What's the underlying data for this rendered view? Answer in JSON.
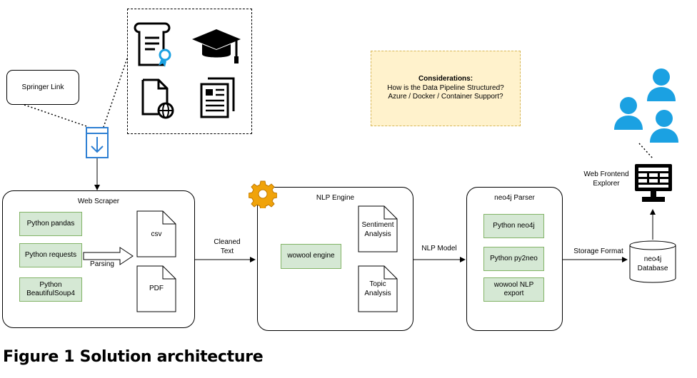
{
  "source": {
    "label": "Springer Link"
  },
  "scraper": {
    "title": "Web Scraper",
    "modules": [
      "Python pandas",
      "Python requests",
      "Python\nBeautifulSoup4"
    ],
    "parsing_label": "Parsing",
    "files": [
      "csv",
      "PDF"
    ]
  },
  "flow_labels": {
    "cleaned_text": "Cleaned\nText",
    "nlp_model": "NLP Model",
    "storage_format": "Storage Format"
  },
  "nlp": {
    "title": "NLP Engine",
    "engine": "wowool engine",
    "docs": [
      "Sentiment\nAnalysis",
      "Topic\nAnalysis"
    ]
  },
  "parser": {
    "title": "neo4j Parser",
    "modules": [
      "Python neo4j",
      "Python py2neo",
      "wowool NLP\nexport"
    ]
  },
  "database": {
    "label": "neo4j\nDatabase"
  },
  "frontend": {
    "label": "Web Frontend\nExplorer"
  },
  "considerations": {
    "heading": "Considerations:",
    "lines": [
      "How is the Data Pipeline Structured?",
      "Azure / Docker / Container Support?"
    ]
  },
  "caption": "Figure 1 Solution architecture",
  "colors": {
    "module_fill": "#d5e8d4",
    "module_border": "#82b366",
    "note_fill": "#fff2cc",
    "note_border": "#d6b656",
    "user_icon": "#1ba1e2",
    "download_icon": "#2d7fd3",
    "gear": "#f0a30a"
  }
}
